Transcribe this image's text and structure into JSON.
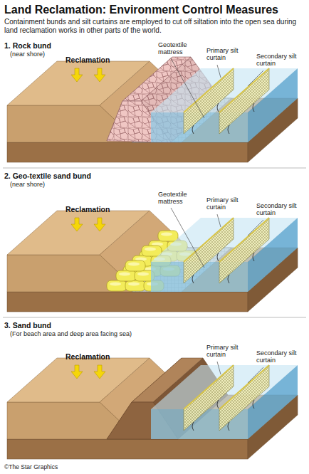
{
  "diagram": {
    "title": "Land Reclamation: Environment Control Measures",
    "caption": "Containment bunds and silt curtains are employed to cut off siltation into the open sea during land reclamation works in other parts of the world.",
    "nodes": [
      {
        "text": [
          "1. Rock bund",
          "(near shore)"
        ]
      },
      {
        "text": [
          "2. Geo-textile sand bund",
          "(near shore)"
        ]
      },
      {
        "text": [
          "3. Sand bund",
          "(For beach area and deep area facing sea)"
        ]
      }
    ],
    "labels": [
      "Reclamation",
      "Geotextile mattress",
      "Primary silt curtain",
      "Secondary silt curtain",
      "Reclamation",
      "Geotextile mattress",
      "Primary silt curtain",
      "Secondary silt curtain",
      "Reclamation",
      "Primary silt curtain",
      "Secondary silt curtain",
      "©The Star Graphics"
    ]
  }
}
